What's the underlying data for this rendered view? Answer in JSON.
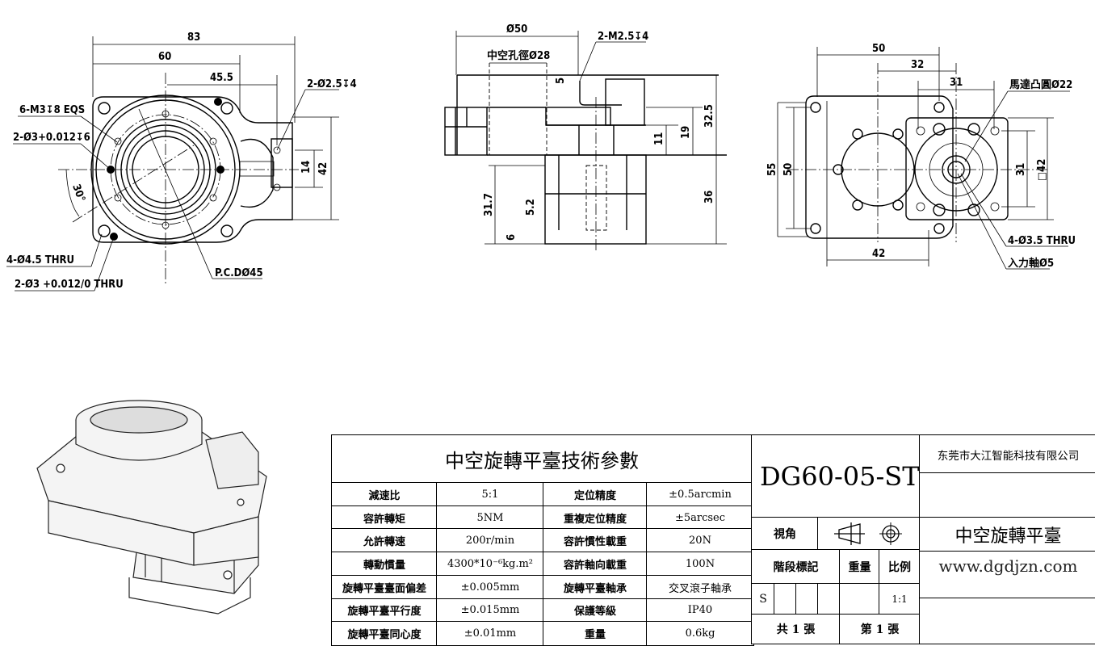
{
  "left_view": {
    "dim_83": "83",
    "dim_60": "60",
    "dim_45_5": "45.5",
    "dim_14": "14",
    "dim_42": "42",
    "angle_30": "30°",
    "note_m3": "6-M3↧8 EQS",
    "note_pin": "2-Ø3+0.012↧6",
    "note_25": "2-Ø2.5↧4",
    "note_thru": "4-Ø4.5 THRU",
    "note_pin_thru": "2-Ø3 +0.012/0 THRU",
    "note_pcd": "P.C.DØ45"
  },
  "front_view": {
    "dim_50": "Ø50",
    "hollow": "中空孔徑Ø28",
    "note_m25": "2-M2.5↧4",
    "dim_5": "5",
    "dim_32_5": "32.5",
    "dim_19": "19",
    "dim_11": "11",
    "dim_36": "36",
    "dim_31_7": "31.7",
    "dim_5_2": "5.2",
    "dim_6": "6"
  },
  "right_view": {
    "dim_50": "50",
    "dim_32": "32",
    "dim_31": "31",
    "dim_55": "55",
    "dim_50v": "50",
    "dim_31v": "31",
    "dim_sq42": "□42",
    "dim_42": "42",
    "note_boss": "馬達凸圓Ø22",
    "note_thru": "4-Ø3.5 THRU",
    "note_shaft": "入力軸Ø5"
  },
  "spec_table": {
    "title": "中空旋轉平臺技術參數",
    "rows": [
      [
        "減速比",
        "5:1",
        "定位精度",
        "±0.5arcmin"
      ],
      [
        "容許轉矩",
        "5NM",
        "重複定位精度",
        "±5arcsec"
      ],
      [
        "允許轉速",
        "200r/min",
        "容許慣性載重",
        "20N"
      ],
      [
        "轉動慣量",
        "4300*10⁻⁶kg.m²",
        "容許軸向載重",
        "100N"
      ],
      [
        "旋轉平臺臺面偏差",
        "±0.005mm",
        "旋轉平臺軸承",
        "交叉滾子軸承"
      ],
      [
        "旋轉平臺平行度",
        "±0.015mm",
        "保護等級",
        "IP40"
      ],
      [
        "旋轉平臺同心度",
        "±0.01mm",
        "重量",
        "0.6kg"
      ]
    ]
  },
  "title_block": {
    "model": "DG60-05-ST",
    "company": "东莞市大江智能科技有限公司",
    "view_label": "視角",
    "stage_label": "階段標記",
    "weight_label": "重量",
    "scale_label": "比例",
    "stage_value": "S",
    "scale_value": "1:1",
    "sheets_total": "共 1 張",
    "sheet_no": "第 1 張",
    "product_name": "中空旋轉平臺",
    "website": "www.dgdjzn.com"
  }
}
